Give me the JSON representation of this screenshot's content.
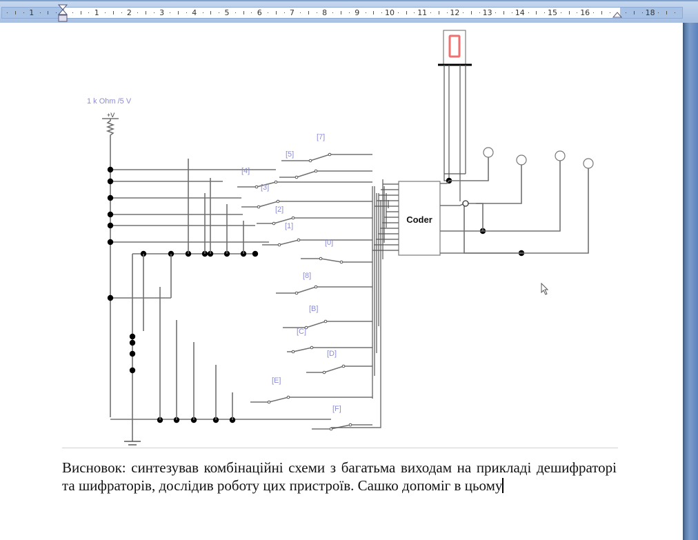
{
  "ruler": {
    "left_numbers": [
      "1"
    ],
    "numbers": [
      "1",
      "2",
      "3",
      "4",
      "5",
      "6",
      "7",
      "8",
      "9",
      "10",
      "11",
      "12",
      "13",
      "14",
      "15",
      "16"
    ],
    "right_numbers": [
      "18"
    ]
  },
  "schematic": {
    "supply_label": "1 k Ohm /5 V",
    "supply_symbol": "+V",
    "coder_label": "Coder",
    "display_digit": "0",
    "display_color": "#f07070",
    "switch_labels": [
      "[7]",
      "[5]",
      "[4]",
      "[3]",
      "[2]",
      "[1]",
      "[0]",
      "[8]",
      "[B]",
      "[C]",
      "[D]",
      "[E]",
      "[F]"
    ],
    "label_color": "#8c8cd6",
    "output_probes": 4
  },
  "document": {
    "conclusion_text": "Висновок: синтезував комбінаційні схеми з багатьма виходам на прикладі дешифраторі та шифраторів, дослідив роботу цих пристроїв. Сашко допоміг в цьому"
  }
}
